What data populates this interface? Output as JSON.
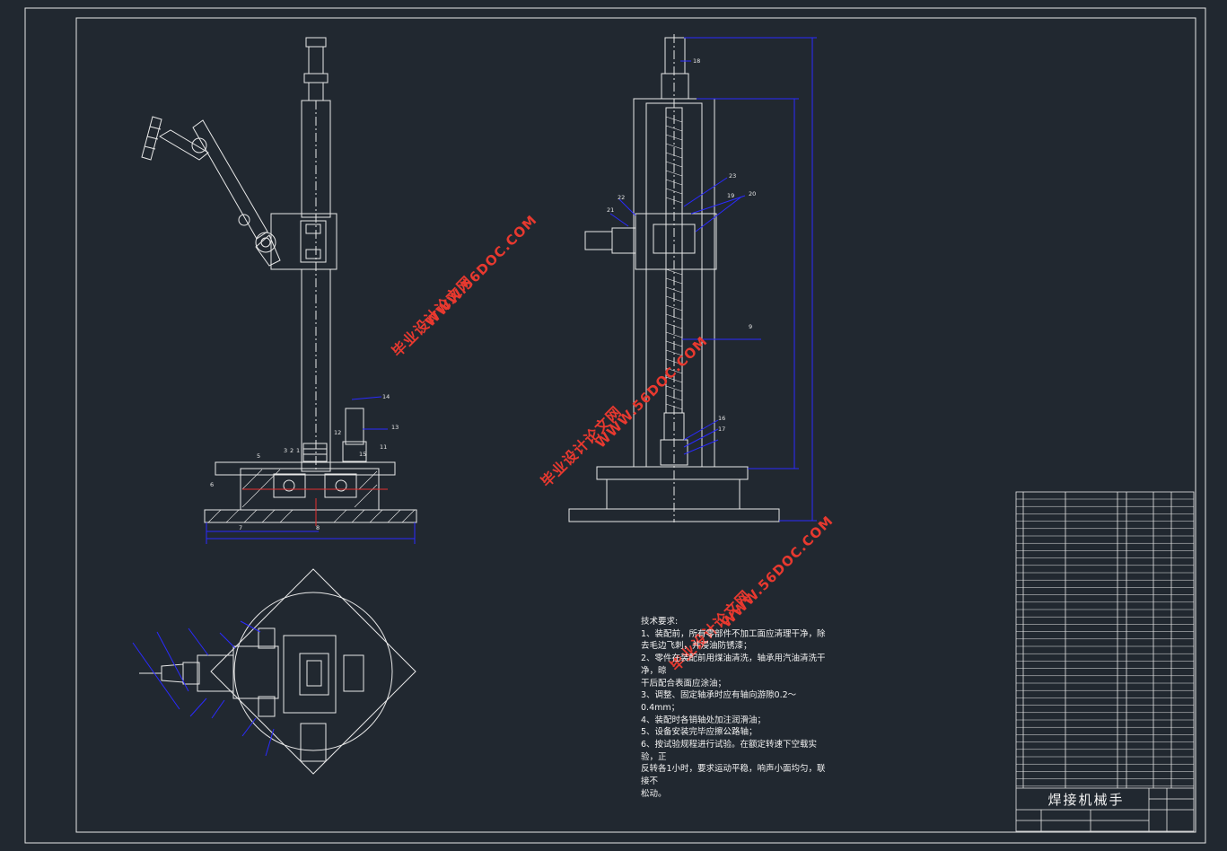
{
  "drawing": {
    "title": "焊接机械手",
    "colors": {
      "background": "#212830",
      "line": "#e8e8e8",
      "dimension": "#2a2aff",
      "watermark": "#e8392f"
    }
  },
  "tech_requirements": {
    "heading": "技术要求:",
    "items": [
      "1、装配前，所有零部件不加工面应清理干净，除",
      "去毛边飞刺，并浸油防锈漆；",
      "2、零件在装配前用煤油清洗，轴承用汽油清洗干净，晾",
      "干后配合表面应涂油；",
      "3、调整、固定轴承时应有轴向游隙0.2～0.4mm；",
      "4、装配时各销轴处加注润滑油；",
      "5、设备安装完毕应擦公路轴；",
      "6、按试验规程进行试验。在额定转速下空载实验，正",
      "反转各1小时，要求运动平稳，响声小面均匀，联接不",
      "松动。"
    ]
  },
  "part_labels": {
    "front": [
      "14",
      "13",
      "12",
      "11",
      "15",
      "5",
      "3",
      "2",
      "1",
      "6",
      "7",
      "8"
    ],
    "side": [
      "18",
      "23",
      "19",
      "20",
      "21",
      "22",
      "16",
      "17",
      "9"
    ]
  },
  "watermarks": [
    {
      "en": "WWW.56DOC.COM",
      "cn": "毕业设计论文网"
    },
    {
      "en": "WWW.56DOC.COM",
      "cn": "毕业设计论文网"
    },
    {
      "en": "WWW.56DOC.COM",
      "cn": "毕业设计论文网"
    }
  ]
}
